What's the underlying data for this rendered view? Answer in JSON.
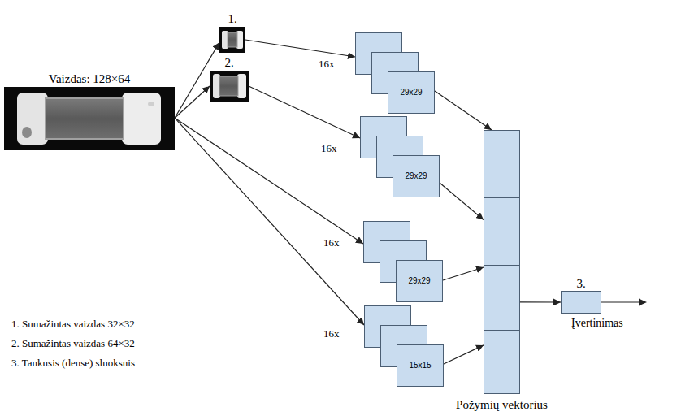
{
  "diagram": {
    "nodes": [
      {
        "text": [
          "Vaizdas: 128×64"
        ]
      },
      {
        "text": [
          "1."
        ]
      },
      {
        "text": [
          "2."
        ]
      },
      {
        "text": [
          "29x29"
        ]
      },
      {
        "text": [
          "29x29"
        ]
      },
      {
        "text": [
          "29x29"
        ]
      },
      {
        "text": [
          "15x15"
        ]
      },
      {
        "text": [
          "Požymių vektorius"
        ]
      },
      {
        "text": [
          "3."
        ]
      }
    ],
    "edges": [
      {
        "from": 0,
        "to": 1,
        "arrow": "to"
      },
      {
        "from": 0,
        "to": 2,
        "arrow": "to"
      },
      {
        "from": 0,
        "to": 5,
        "arrow": "to"
      },
      {
        "from": 0,
        "to": 6,
        "arrow": "to"
      },
      {
        "from": 1,
        "to": 3,
        "arrow": "to"
      },
      {
        "from": 2,
        "to": 4,
        "arrow": "to"
      },
      {
        "from": 3,
        "to": 7,
        "arrow": "to"
      },
      {
        "from": 4,
        "to": 7,
        "arrow": "to"
      },
      {
        "from": 5,
        "to": 7,
        "arrow": "to"
      },
      {
        "from": 6,
        "to": 7,
        "arrow": "to"
      },
      {
        "from": 7,
        "to": 8,
        "arrow": "to"
      }
    ],
    "labels": [
      "16x",
      "16x",
      "16x",
      "16x",
      "1. Sumažintas vaizdas 32×32",
      "2. Sumažintas vaizdas 64×32",
      "3. Tankusis (dense) sluoksnis",
      "Įvertinimas"
    ]
  }
}
